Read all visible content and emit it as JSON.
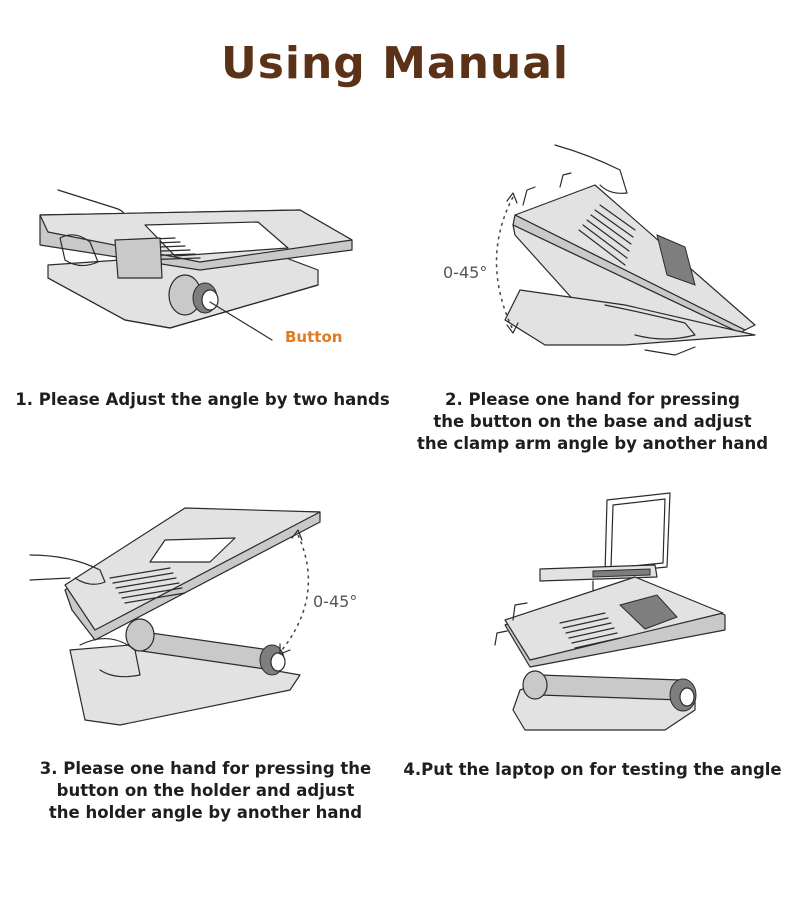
{
  "title": "Using Manual",
  "accent_color": "#e07b22",
  "title_color": "#5b3218",
  "steps": [
    {
      "caption": [
        "1. Please Adjust the angle by two hands"
      ],
      "callout": "Button"
    },
    {
      "caption": [
        "2. Please one hand for pressing",
        "the button on the base and adjust",
        "the clamp arm angle by another hand"
      ],
      "angle_label": "0-45°"
    },
    {
      "caption": [
        "3. Please one hand for pressing the",
        "button on the holder and adjust",
        "the holder angle by another hand"
      ],
      "angle_label": "0-45°"
    },
    {
      "caption": [
        "4.Put the laptop on for testing the angle"
      ]
    }
  ]
}
